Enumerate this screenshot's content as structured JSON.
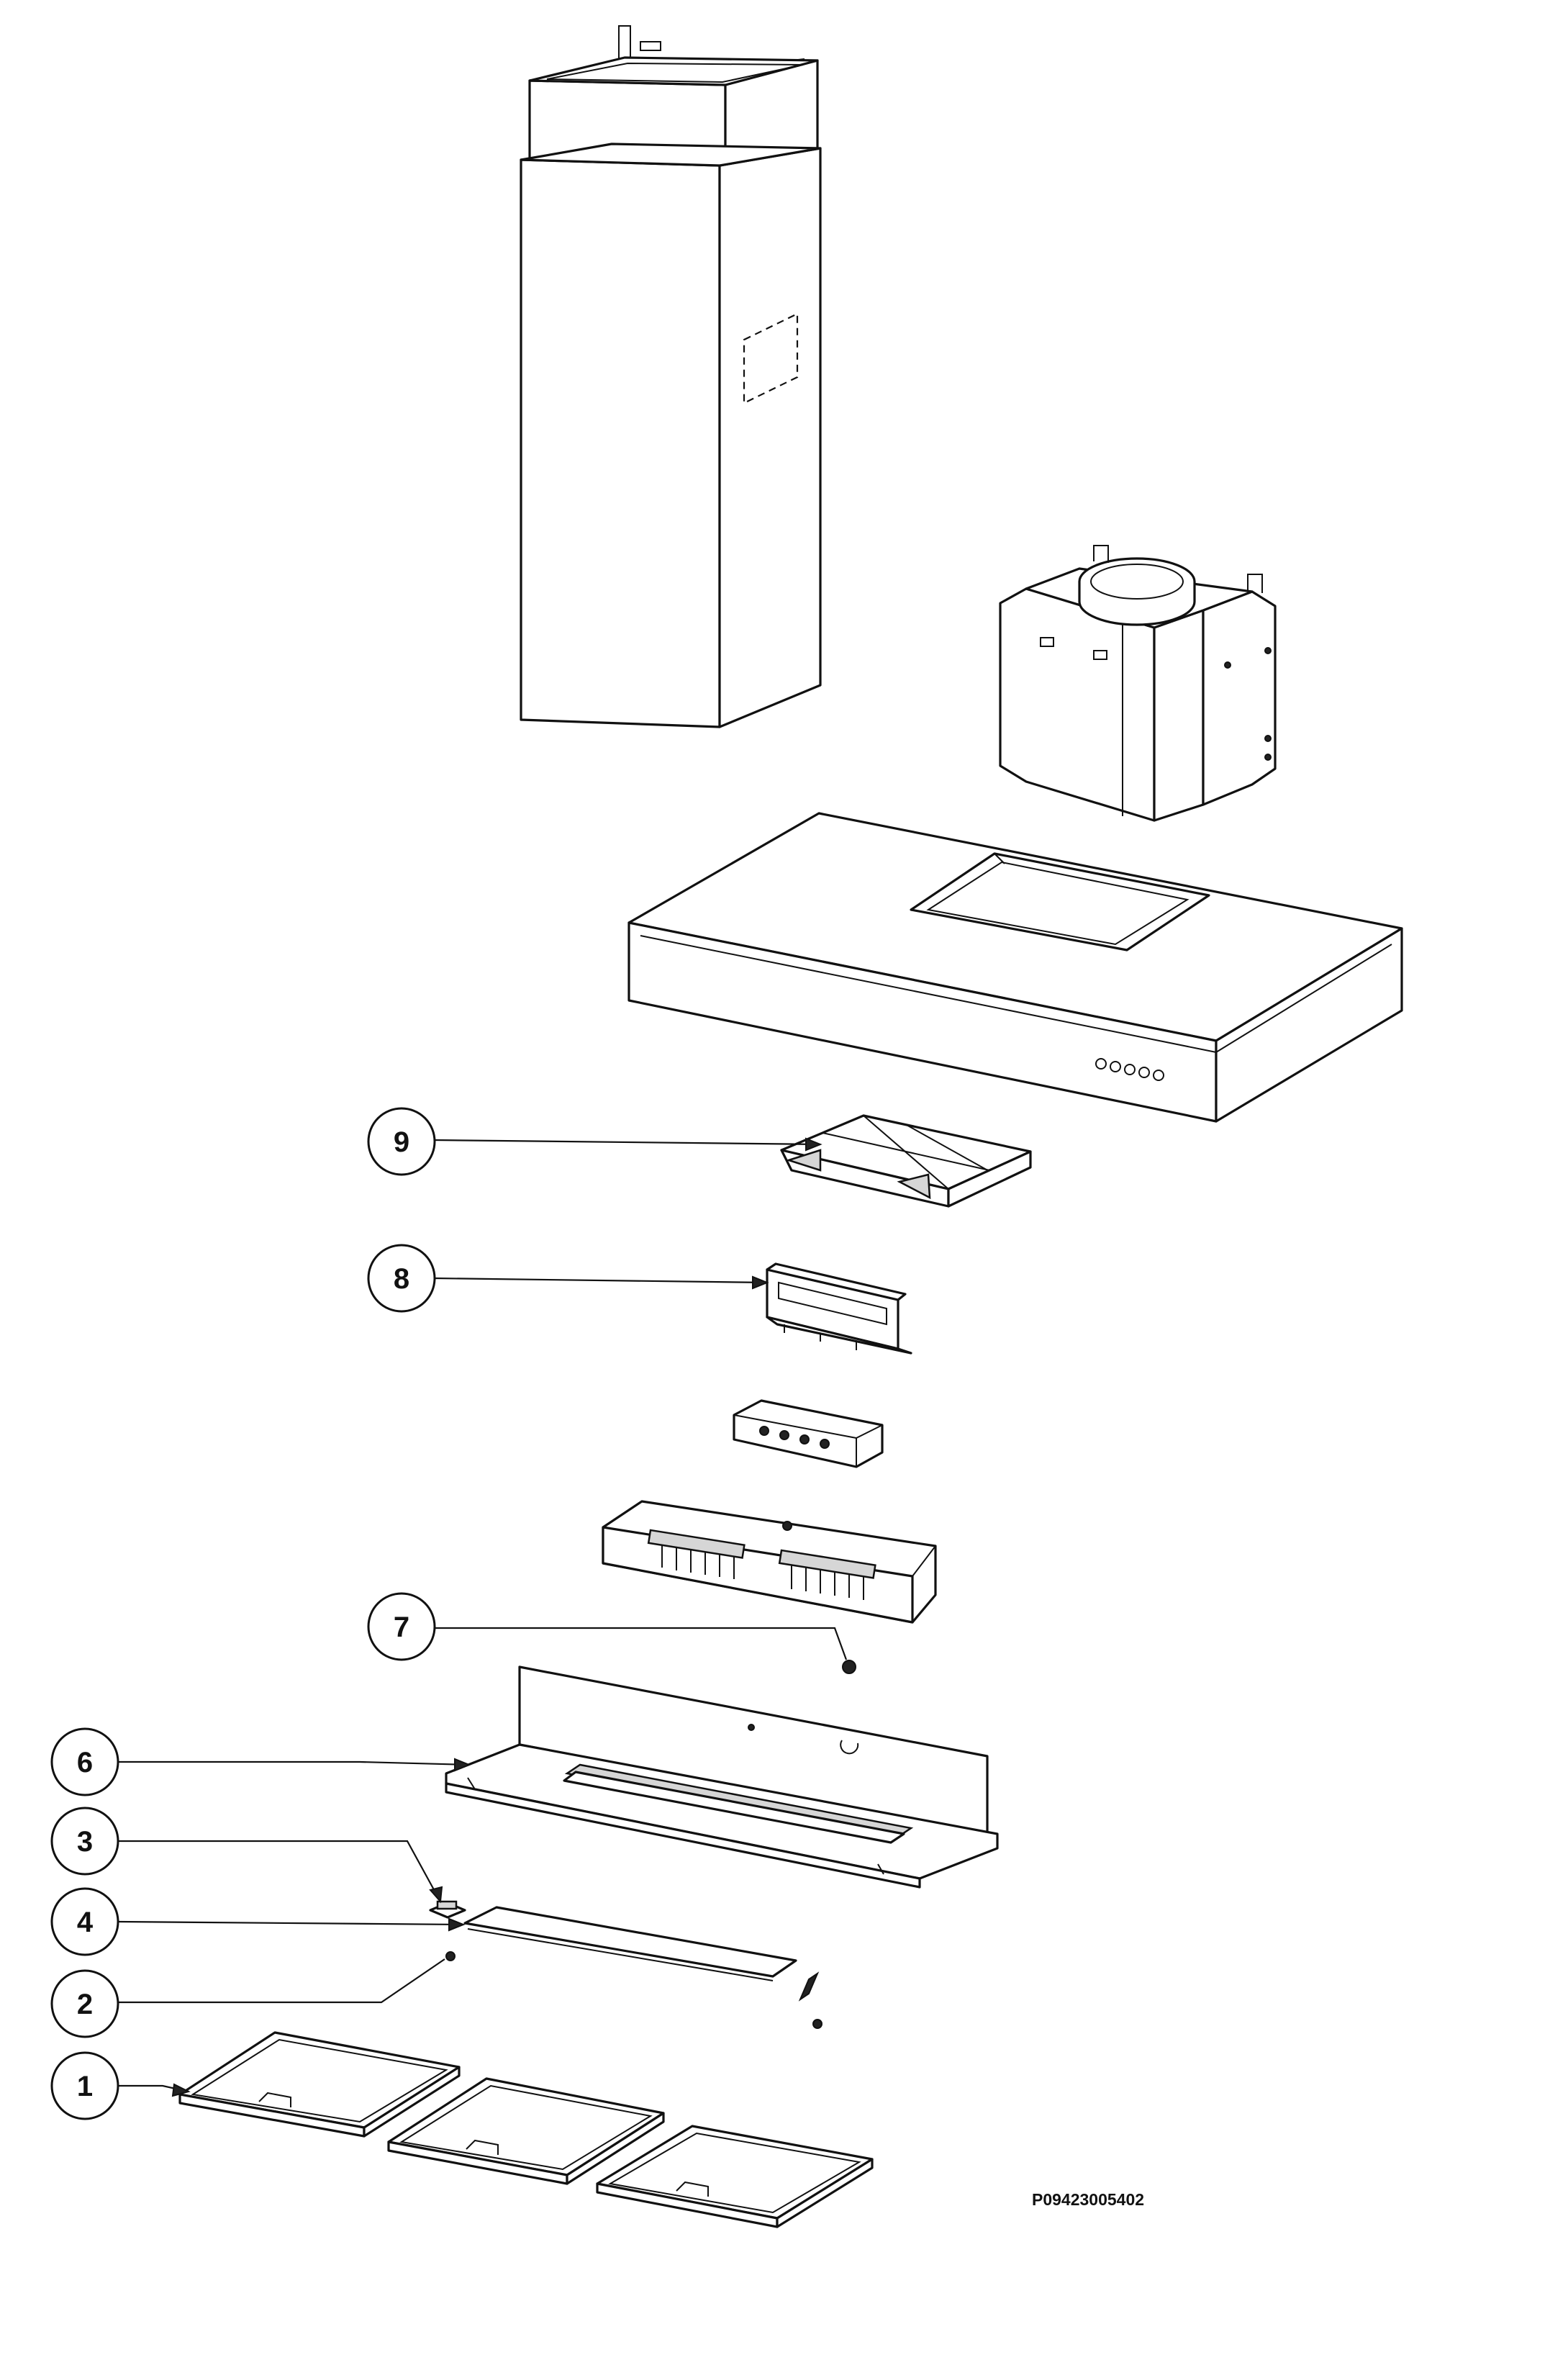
{
  "drawing_code": "P09423005402",
  "callouts": [
    {
      "id": "callout-1",
      "label": "1"
    },
    {
      "id": "callout-2",
      "label": "2"
    },
    {
      "id": "callout-3",
      "label": "3"
    },
    {
      "id": "callout-4",
      "label": "4"
    },
    {
      "id": "callout-6",
      "label": "6"
    },
    {
      "id": "callout-7",
      "label": "7"
    },
    {
      "id": "callout-8",
      "label": "8"
    },
    {
      "id": "callout-9",
      "label": "9"
    }
  ],
  "parts": [
    "chimney-duct-cover",
    "motor-housing",
    "hood-canopy",
    "charcoal-filter",
    "filter-bracket",
    "control-switch-module",
    "light-module",
    "screw",
    "inner-panel",
    "clip",
    "glass-strip",
    "grease-filter"
  ]
}
